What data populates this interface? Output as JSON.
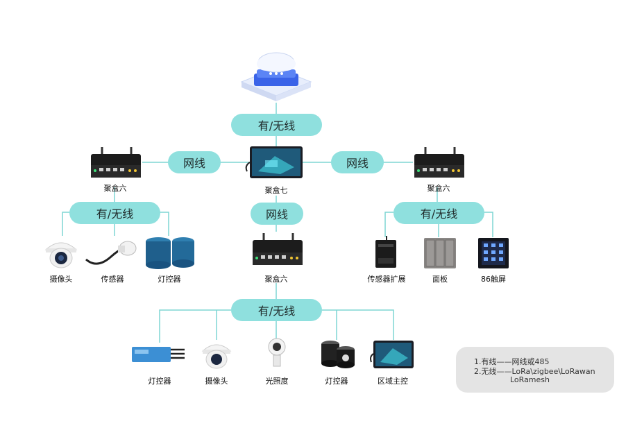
{
  "connections": {
    "top": "有/无线",
    "left_link": "网线",
    "right_link": "网线",
    "left_branch": "有/无线",
    "center_link": "网线",
    "right_branch": "有/无线",
    "bottom_branch": "有/无线"
  },
  "nodes": {
    "cloud": {
      "icon": "cloud-platform-icon"
    },
    "hub_center": {
      "label": "聚盒七",
      "icon": "tablet-gateway-icon"
    },
    "hub_left": {
      "label": "聚盒六",
      "icon": "router-box-icon"
    },
    "hub_right": {
      "label": "聚盒六",
      "icon": "router-box-icon"
    },
    "hub_middle": {
      "label": "聚盒六",
      "icon": "router-box-icon"
    }
  },
  "left_devices": [
    {
      "label": "摄像头",
      "icon": "dome-camera-icon"
    },
    {
      "label": "传感器",
      "icon": "sensor-icon"
    },
    {
      "label": "灯控器",
      "icon": "light-controller-icon"
    }
  ],
  "right_devices": [
    {
      "label": "传感器扩展",
      "icon": "sensor-expansion-icon"
    },
    {
      "label": "面板",
      "icon": "switch-panel-icon"
    },
    {
      "label": "86触屏",
      "icon": "touch-screen-icon"
    }
  ],
  "bottom_devices": [
    {
      "label": "灯控器",
      "icon": "light-controller-box-icon"
    },
    {
      "label": "摄像头",
      "icon": "dome-camera-icon"
    },
    {
      "label": "光照度",
      "icon": "illuminance-sensor-icon"
    },
    {
      "label": "灯控器",
      "icon": "light-controller-icon"
    },
    {
      "label": "区域主控",
      "icon": "area-controller-icon"
    }
  ],
  "legend": {
    "line1": "1.有线——网线或485",
    "line2": "2.无线——LoRa\\zigbee\\LoRawan",
    "line3": "LoRamesh"
  },
  "colors": {
    "pill": "#8fe0de",
    "wire": "#7ed6d4",
    "note": "#e4e4e4"
  }
}
